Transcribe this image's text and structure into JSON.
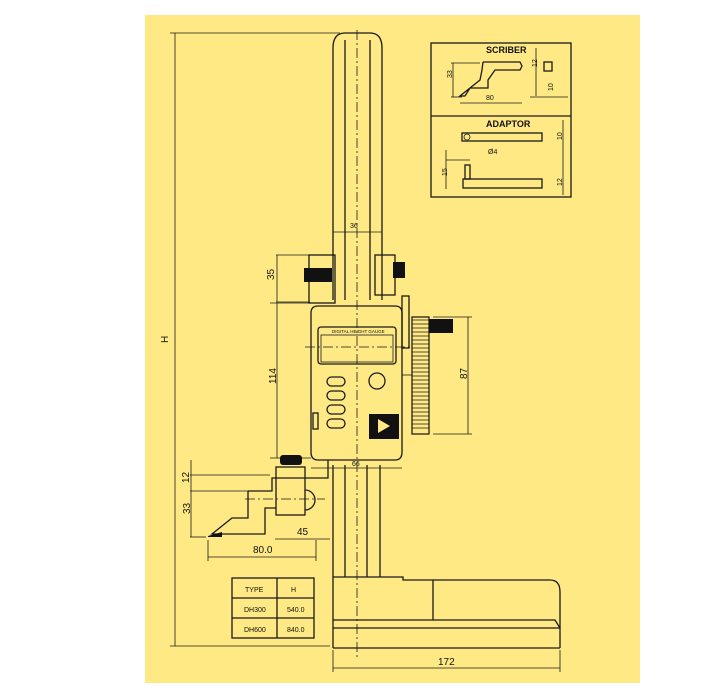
{
  "colors": {
    "background": "#FFE985",
    "line": "#1a1a1a"
  },
  "main_view": {
    "dims": {
      "H": "H",
      "column_width": "36",
      "top_block": "35",
      "body_height": "114",
      "wheel_height": "87",
      "body_width": "66",
      "jaw_12": "12",
      "jaw_33": "33",
      "jaw_45": "45",
      "jaw_80": "80.0",
      "base_width": "172"
    },
    "display_label": "DIGITAL HEIGHT GAUGE"
  },
  "scriber": {
    "title": "SCRIBER",
    "dims": {
      "height": "33",
      "length": "80",
      "tip": "12",
      "square": "10"
    }
  },
  "adaptor": {
    "title": "ADAPTOR",
    "dims": {
      "diameter": "Ø4",
      "top": "10",
      "height": "15",
      "bottom": "12"
    }
  },
  "type_table": {
    "headers": [
      "TYPE",
      "H"
    ],
    "rows": [
      [
        "DH300",
        "540.0"
      ],
      [
        "DH600",
        "840.0"
      ]
    ]
  }
}
